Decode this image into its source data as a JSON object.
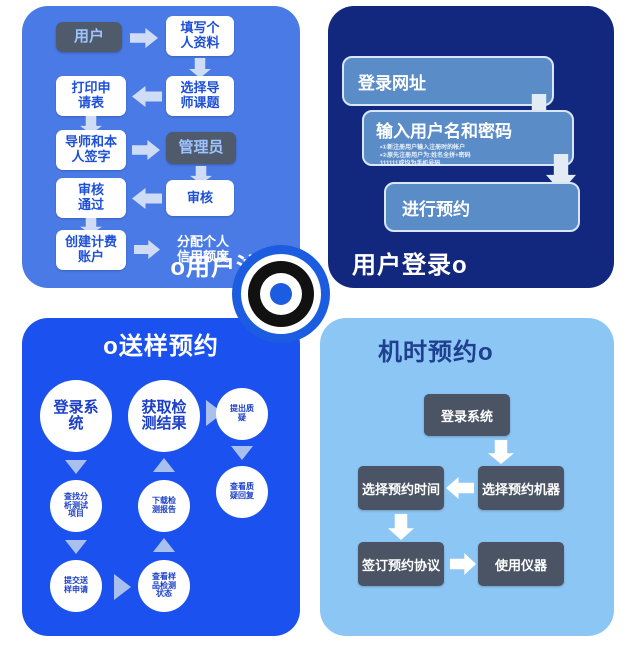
{
  "colors": {
    "panel_register_bg": "#4a7ae6",
    "panel_login_bg": "#11287e",
    "panel_sample_bg": "#1b52ef",
    "panel_machine_bg": "#8cc6f5",
    "node_white_bg": "#ffffff",
    "node_white_text": "#1e4fd8",
    "node_slate_bg": "#4f5a6b",
    "node_slate_text": "#9fc3ff",
    "arrow_light": "#cfdcf5",
    "login_box_bg": "#5a8cc8",
    "machine_node_bg": "#4a5464",
    "bullseye_blue": "#1b5ce0",
    "bullseye_black": "#111111",
    "bullseye_white": "#ffffff"
  },
  "panels": {
    "register": {
      "title": "o用户注册",
      "nodes": [
        {
          "id": "user",
          "label": "用户",
          "style": "slate"
        },
        {
          "id": "fill-profile",
          "label": "填写个\n人资料",
          "style": "white"
        },
        {
          "id": "print-form",
          "label": "打印申\n请表",
          "style": "white"
        },
        {
          "id": "choose-topic",
          "label": "选择导\n师课题",
          "style": "white"
        },
        {
          "id": "sign",
          "label": "导师和本\n人签字",
          "style": "white"
        },
        {
          "id": "admin",
          "label": "管理员",
          "style": "slate"
        },
        {
          "id": "approved",
          "label": "审核\n通过",
          "style": "white"
        },
        {
          "id": "review",
          "label": "审核",
          "style": "white"
        },
        {
          "id": "create-account",
          "label": "创建计费\n账户",
          "style": "white"
        },
        {
          "id": "assign-credit",
          "label": "分配个人\n信用额度",
          "style": "plain"
        }
      ]
    },
    "login": {
      "title": "用户登录o",
      "boxes": [
        {
          "id": "login-url",
          "label": "登录网址",
          "bullets": []
        },
        {
          "id": "enter-credentials",
          "label": "输入用户名和密码",
          "bullets": [
            "•①新注册用户输入注册时的帐户",
            "•②原先注册用户为:姓名全拼+密码",
            "  111111或均为手机号码"
          ]
        },
        {
          "id": "make-booking",
          "label": "进行预约",
          "bullets": []
        }
      ]
    },
    "sample": {
      "title": "o送样预约",
      "circles": [
        {
          "id": "login-system",
          "label": "登录系\n统",
          "size": "lg"
        },
        {
          "id": "get-results",
          "label": "获取检\n测结果",
          "size": "lg"
        },
        {
          "id": "raise-query",
          "label": "提出质\n疑",
          "size": "sm"
        },
        {
          "id": "find-items",
          "label": "查找分\n析测试\n项目",
          "size": "sm"
        },
        {
          "id": "download-report",
          "label": "下载检\n测报告",
          "size": "sm"
        },
        {
          "id": "view-reply",
          "label": "查看质\n疑回复",
          "size": "sm"
        },
        {
          "id": "submit-apply",
          "label": "提交送\n样申请",
          "size": "sm"
        },
        {
          "id": "check-status",
          "label": "查看样\n品检测\n状态",
          "size": "sm"
        }
      ]
    },
    "machine": {
      "title": "机时预约o",
      "nodes": [
        {
          "id": "login-system",
          "label": "登录系统"
        },
        {
          "id": "choose-machine",
          "label": "选择预约机器"
        },
        {
          "id": "choose-time",
          "label": "选择预约时间"
        },
        {
          "id": "sign-agreement",
          "label": "签订预约协议"
        },
        {
          "id": "use-instrument",
          "label": "使用仪器"
        }
      ]
    }
  },
  "center_logo": {
    "name": "bullseye-target-logo",
    "rings": [
      "blue",
      "white",
      "black",
      "white",
      "blue-dot"
    ]
  }
}
